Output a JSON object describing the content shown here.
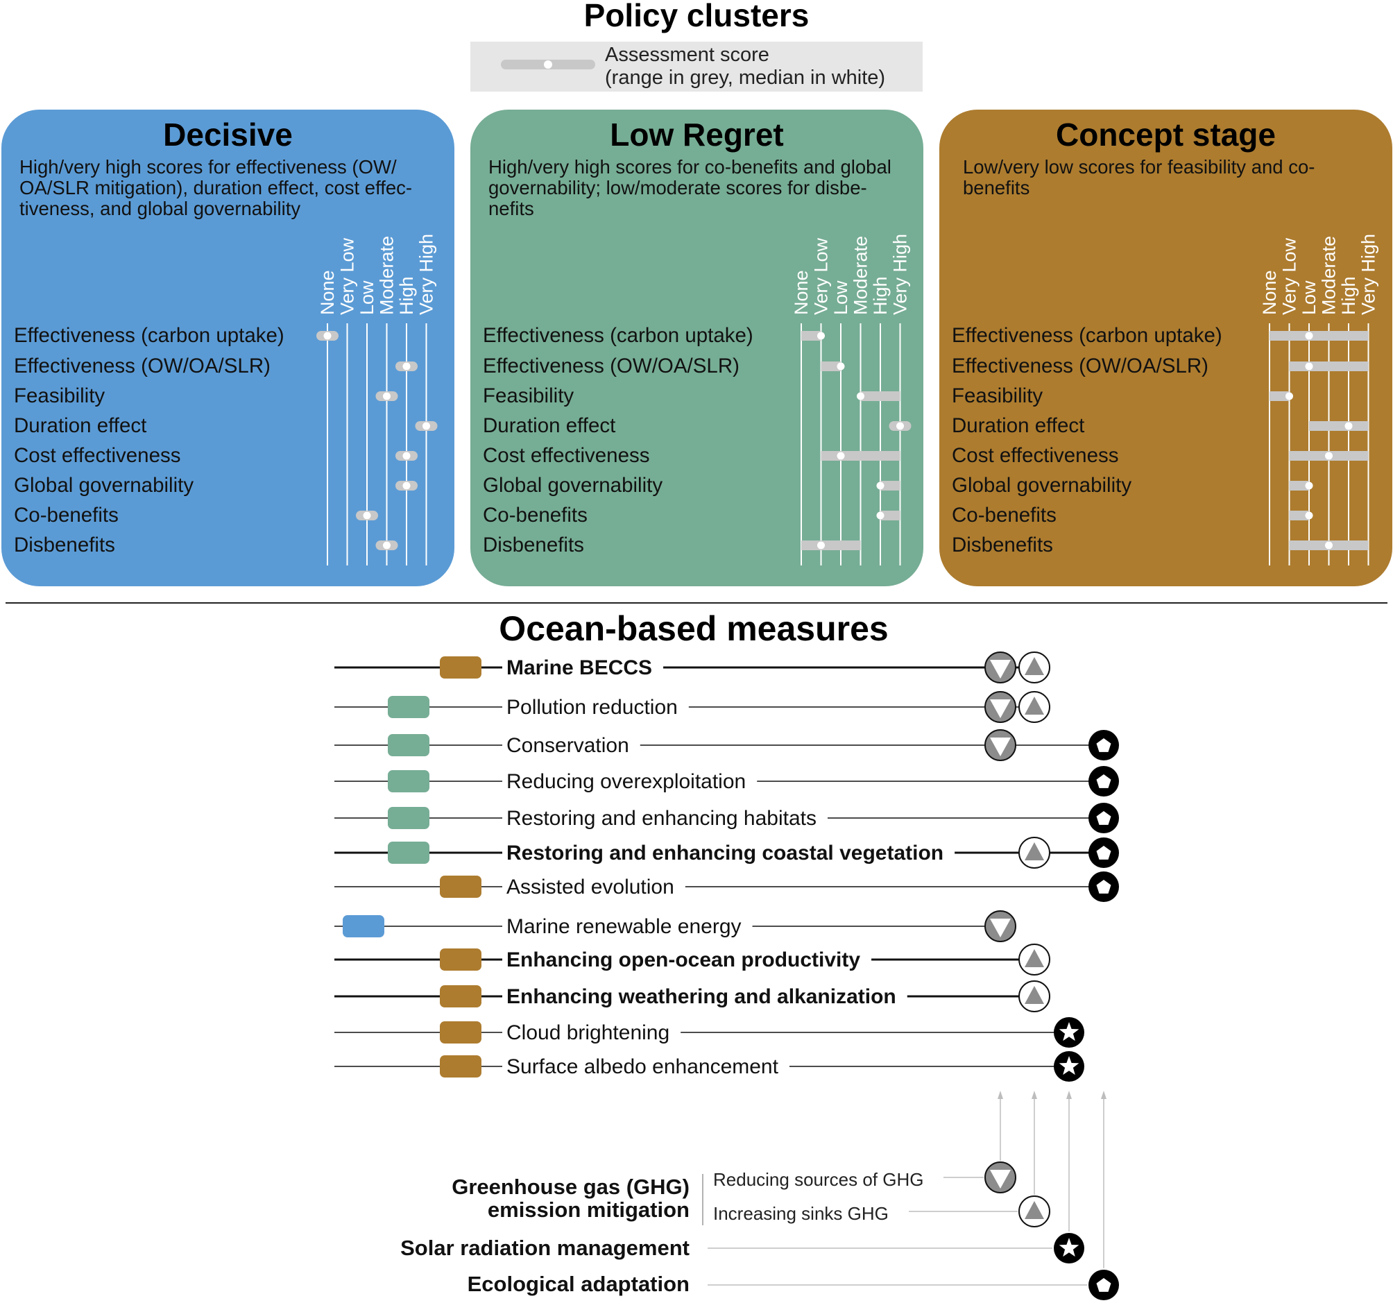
{
  "top_title": "Policy clusters",
  "legend": {
    "line1": "Assessment score",
    "line2": "(range in grey, median in white)"
  },
  "score_levels": [
    "None",
    "Very Low",
    "Low",
    "Moderate",
    "High",
    "Very High"
  ],
  "criteria": [
    "Effectiveness (carbon uptake)",
    "Effectiveness (OW/OA/SLR)",
    "Feasibility",
    "Duration effect",
    "Cost effectiveness",
    "Global governability",
    "Co-benefits",
    "Disbenefits"
  ],
  "colors": {
    "decisive": "#5b9bd5",
    "low_regret": "#76ad95",
    "concept_stage": "#ad7c2f",
    "range": "#c8c8c8",
    "legend_bg": "#e6e6e6",
    "gray_marker": "#8c8c8c"
  },
  "clusters": [
    {
      "title": "Decisive",
      "description_lines": [
        "High/very high scores for effectiveness (OW/",
        "OA/SLR mitigation), duration effect, cost effec-",
        "tiveness, and global governability"
      ],
      "color": "#5b9bd5",
      "scores": [
        {
          "min": 0,
          "max": 0,
          "median": 0
        },
        {
          "min": 4,
          "max": 4,
          "median": 4
        },
        {
          "min": 3,
          "max": 3,
          "median": 3
        },
        {
          "min": 5,
          "max": 5,
          "median": 5
        },
        {
          "min": 4,
          "max": 4,
          "median": 4
        },
        {
          "min": 4,
          "max": 4,
          "median": 4
        },
        {
          "min": 2,
          "max": 2,
          "median": 2
        },
        {
          "min": 3,
          "max": 3,
          "median": 3
        }
      ]
    },
    {
      "title": "Low Regret",
      "description_lines": [
        "High/very high scores for co-benefits and global",
        "governability; low/moderate scores for disbe-",
        "nefits"
      ],
      "color": "#76ad95",
      "scores": [
        {
          "min": 0,
          "max": 1,
          "median": 1
        },
        {
          "min": 1,
          "max": 2,
          "median": 2
        },
        {
          "min": 3,
          "max": 5,
          "median": 3
        },
        {
          "min": 5,
          "max": 5,
          "median": 5
        },
        {
          "min": 1,
          "max": 5,
          "median": 2
        },
        {
          "min": 4,
          "max": 5,
          "median": 4
        },
        {
          "min": 4,
          "max": 5,
          "median": 4
        },
        {
          "min": 0,
          "max": 3,
          "median": 1
        }
      ]
    },
    {
      "title": "Concept stage",
      "description_lines": [
        "Low/very low scores for feasibility and co-",
        "benefits"
      ],
      "color": "#ad7c2f",
      "scores": [
        {
          "min": 0,
          "max": 5,
          "median": 2
        },
        {
          "min": 1,
          "max": 5,
          "median": 2
        },
        {
          "min": 0,
          "max": 1,
          "median": 1
        },
        {
          "min": 2,
          "max": 5,
          "median": 4
        },
        {
          "min": 1,
          "max": 5,
          "median": 3
        },
        {
          "min": 1,
          "max": 2,
          "median": 2
        },
        {
          "min": 1,
          "max": 2,
          "median": 2
        },
        {
          "min": 1,
          "max": 5,
          "median": 3
        }
      ]
    }
  ],
  "measures_title": "Ocean-based measures",
  "measures": [
    {
      "label": "Marine BECCS",
      "bold": true,
      "cluster": "concept_stage",
      "symbols": [
        "reduce",
        "sink"
      ]
    },
    {
      "label": "Pollution reduction",
      "bold": false,
      "cluster": "low_regret",
      "symbols": [
        "reduce",
        "sink"
      ]
    },
    {
      "label": "Conservation",
      "bold": false,
      "cluster": "low_regret",
      "symbols": [
        "reduce",
        "adapt"
      ]
    },
    {
      "label": "Reducing overexploitation",
      "bold": false,
      "cluster": "low_regret",
      "symbols": [
        "adapt"
      ]
    },
    {
      "label": "Restoring and enhancing habitats",
      "bold": false,
      "cluster": "low_regret",
      "symbols": [
        "adapt"
      ]
    },
    {
      "label": "Restoring and enhancing coastal vegetation",
      "bold": true,
      "cluster": "low_regret",
      "symbols": [
        "sink",
        "adapt"
      ]
    },
    {
      "label": "Assisted evolution",
      "bold": false,
      "cluster": "concept_stage",
      "symbols": [
        "adapt"
      ]
    },
    {
      "label": "Marine renewable energy",
      "bold": false,
      "cluster": "decisive",
      "symbols": [
        "reduce"
      ]
    },
    {
      "label": "Enhancing open-ocean productivity",
      "bold": true,
      "cluster": "concept_stage",
      "symbols": [
        "sink"
      ]
    },
    {
      "label": "Enhancing weathering and alkanization",
      "bold": true,
      "cluster": "concept_stage",
      "symbols": [
        "sink"
      ]
    },
    {
      "label": "Cloud brightening",
      "bold": false,
      "cluster": "concept_stage",
      "symbols": [
        "srm"
      ]
    },
    {
      "label": "Surface albedo enhancement",
      "bold": false,
      "cluster": "concept_stage",
      "symbols": [
        "srm"
      ]
    }
  ],
  "key": {
    "ghg_line1": "Greenhouse gas (GHG)",
    "ghg_line2": "emission mitigation",
    "reducing_sources": "Reducing sources of GHG",
    "increasing_sinks": "Increasing sinks GHG",
    "srm": "Solar radiation management",
    "adaptation": "Ecological adaptation"
  }
}
